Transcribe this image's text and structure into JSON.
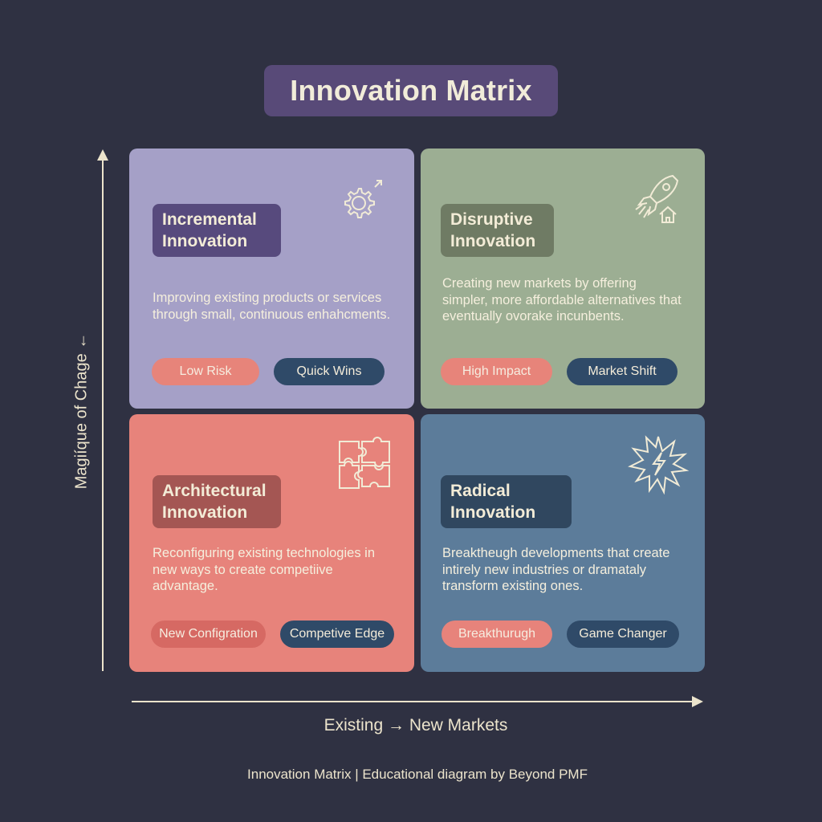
{
  "title": "Innovation Matrix",
  "axes": {
    "y_label": "Magiíque of Chage ←",
    "x_label": "Existing → New Markets"
  },
  "quadrants": [
    {
      "title": "Incremental\nInnovation",
      "description": "Improving existing products or services through small, continuous enhahcments.",
      "tags": [
        "Low Risk",
        "Quick Wins"
      ],
      "icon": "gear-icon"
    },
    {
      "title": "Disruptive\nInnovation",
      "description": "Creating new markets by offering simpler, more affordable alternatives that eventually ovorake incunbents.",
      "tags": [
        "High Impact",
        "Market Shift"
      ],
      "icon": "rocket-icon"
    },
    {
      "title": "Architectural\nInnovation",
      "description": "Reconfiguring existing technologies in new ways to create competiive advantage.",
      "tags": [
        "New Configration",
        "Competive Edge"
      ],
      "icon": "puzzle-icon"
    },
    {
      "title": "Radical\nInnovation",
      "description": "Breaktheugh developments that create intirely new industries or dramataly transform existing ones.",
      "tags": [
        "Breakthurugh",
        "Game Changer"
      ],
      "icon": "lightning-burst-icon"
    }
  ],
  "footer": "Innovation Matrix | Educational diagram by Beyond PMF",
  "colors": {
    "background": "#2f3142",
    "incremental": "#a5a0c7",
    "disruptive": "#9cae93",
    "architectural": "#e7837b",
    "radical": "#5c7c9a"
  }
}
